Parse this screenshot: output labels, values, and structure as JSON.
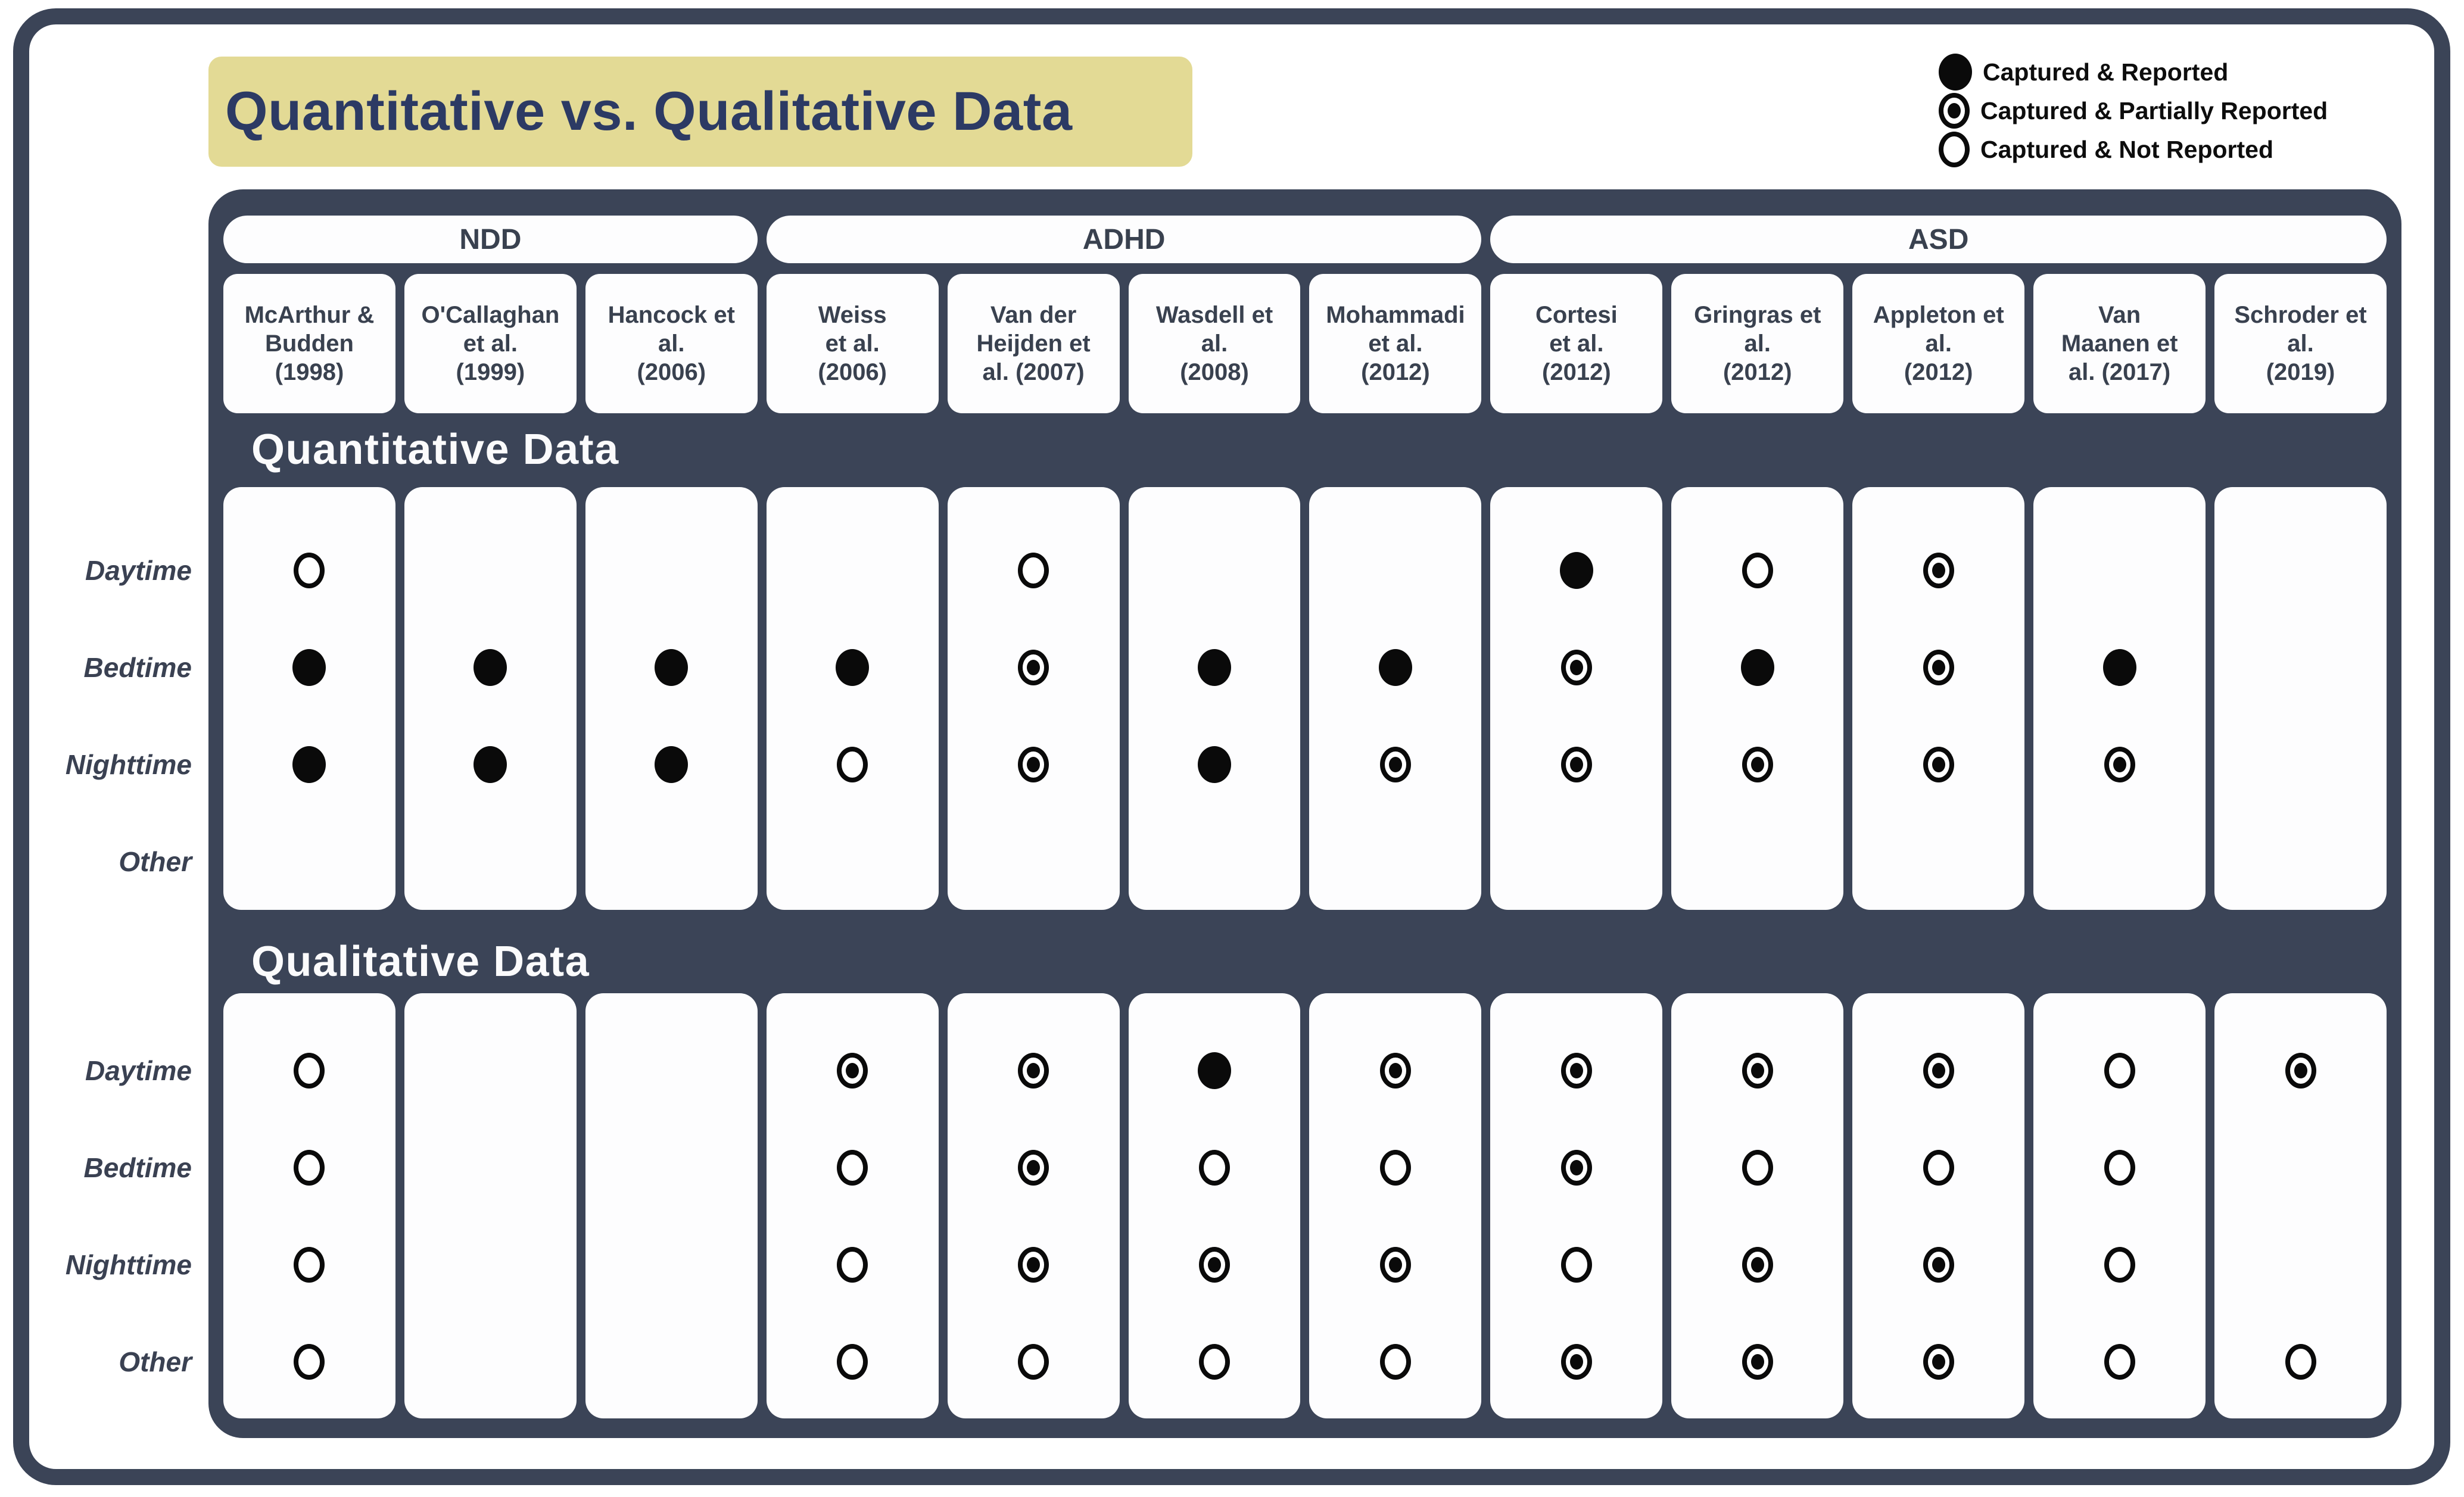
{
  "title": "Quantitative vs. Qualitative Data",
  "colors": {
    "table_background": "#3B4457",
    "title_background": "#E3DA95",
    "title_text": "#2C3A64",
    "cell_background": "#FFFFFF",
    "dot": "#0A0A0A"
  },
  "chart_data": {
    "type": "table",
    "title": "Quantitative vs. Qualitative Data",
    "legend": [
      {
        "symbol": "filled",
        "label": "Captured & Reported"
      },
      {
        "symbol": "partial",
        "label": "Captured & Partially Reported"
      },
      {
        "symbol": "empty",
        "label": "Captured & Not Reported"
      }
    ],
    "symbol_key": {
      "filled": "Captured & Reported",
      "partial": "Captured & Partially Reported",
      "empty": "Captured & Not Reported",
      "none": "Not captured"
    },
    "groups": [
      {
        "label": "NDD",
        "span": 3
      },
      {
        "label": "ADHD",
        "span": 4
      },
      {
        "label": "ASD",
        "span": 5
      }
    ],
    "studies": [
      "McArthur &\nBudden\n(1998)",
      "O'Callaghan\net al.\n(1999)",
      "Hancock et\nal.\n(2006)",
      "Weiss\net al.\n(2006)",
      "Van der\nHeijden et\nal. (2007)",
      "Wasdell et\nal.\n(2008)",
      "Mohammadi\net al.\n(2012)",
      "Cortesi\net al.\n(2012)",
      "Gringras et\nal.\n(2012)",
      "Appleton et\nal.\n(2012)",
      "Van\nMaanen et\nal. (2017)",
      "Schroder et\nal.\n(2019)"
    ],
    "row_labels": [
      "Daytime",
      "Bedtime",
      "Nighttime",
      "Other"
    ],
    "sections": [
      {
        "label": "Quantitative Data",
        "matrix": [
          [
            "empty",
            "filled",
            "filled",
            "none"
          ],
          [
            "none",
            "filled",
            "filled",
            "none"
          ],
          [
            "none",
            "filled",
            "filled",
            "none"
          ],
          [
            "none",
            "filled",
            "empty",
            "none"
          ],
          [
            "empty",
            "partial",
            "partial",
            "none"
          ],
          [
            "none",
            "filled",
            "filled",
            "none"
          ],
          [
            "none",
            "filled",
            "partial",
            "none"
          ],
          [
            "filled",
            "partial",
            "partial",
            "none"
          ],
          [
            "empty",
            "filled",
            "partial",
            "none"
          ],
          [
            "partial",
            "partial",
            "partial",
            "none"
          ],
          [
            "none",
            "filled",
            "partial",
            "none"
          ],
          [
            "none",
            "none",
            "none",
            "none"
          ]
        ]
      },
      {
        "label": "Qualitative Data",
        "matrix": [
          [
            "empty",
            "empty",
            "empty",
            "empty"
          ],
          [
            "none",
            "none",
            "none",
            "none"
          ],
          [
            "none",
            "none",
            "none",
            "none"
          ],
          [
            "partial",
            "empty",
            "empty",
            "empty"
          ],
          [
            "partial",
            "partial",
            "partial",
            "empty"
          ],
          [
            "filled",
            "empty",
            "partial",
            "empty"
          ],
          [
            "partial",
            "empty",
            "partial",
            "empty"
          ],
          [
            "partial",
            "partial",
            "empty",
            "partial"
          ],
          [
            "partial",
            "empty",
            "partial",
            "partial"
          ],
          [
            "partial",
            "empty",
            "partial",
            "partial"
          ],
          [
            "empty",
            "empty",
            "empty",
            "empty"
          ],
          [
            "partial",
            "none",
            "none",
            "empty"
          ]
        ]
      }
    ]
  }
}
